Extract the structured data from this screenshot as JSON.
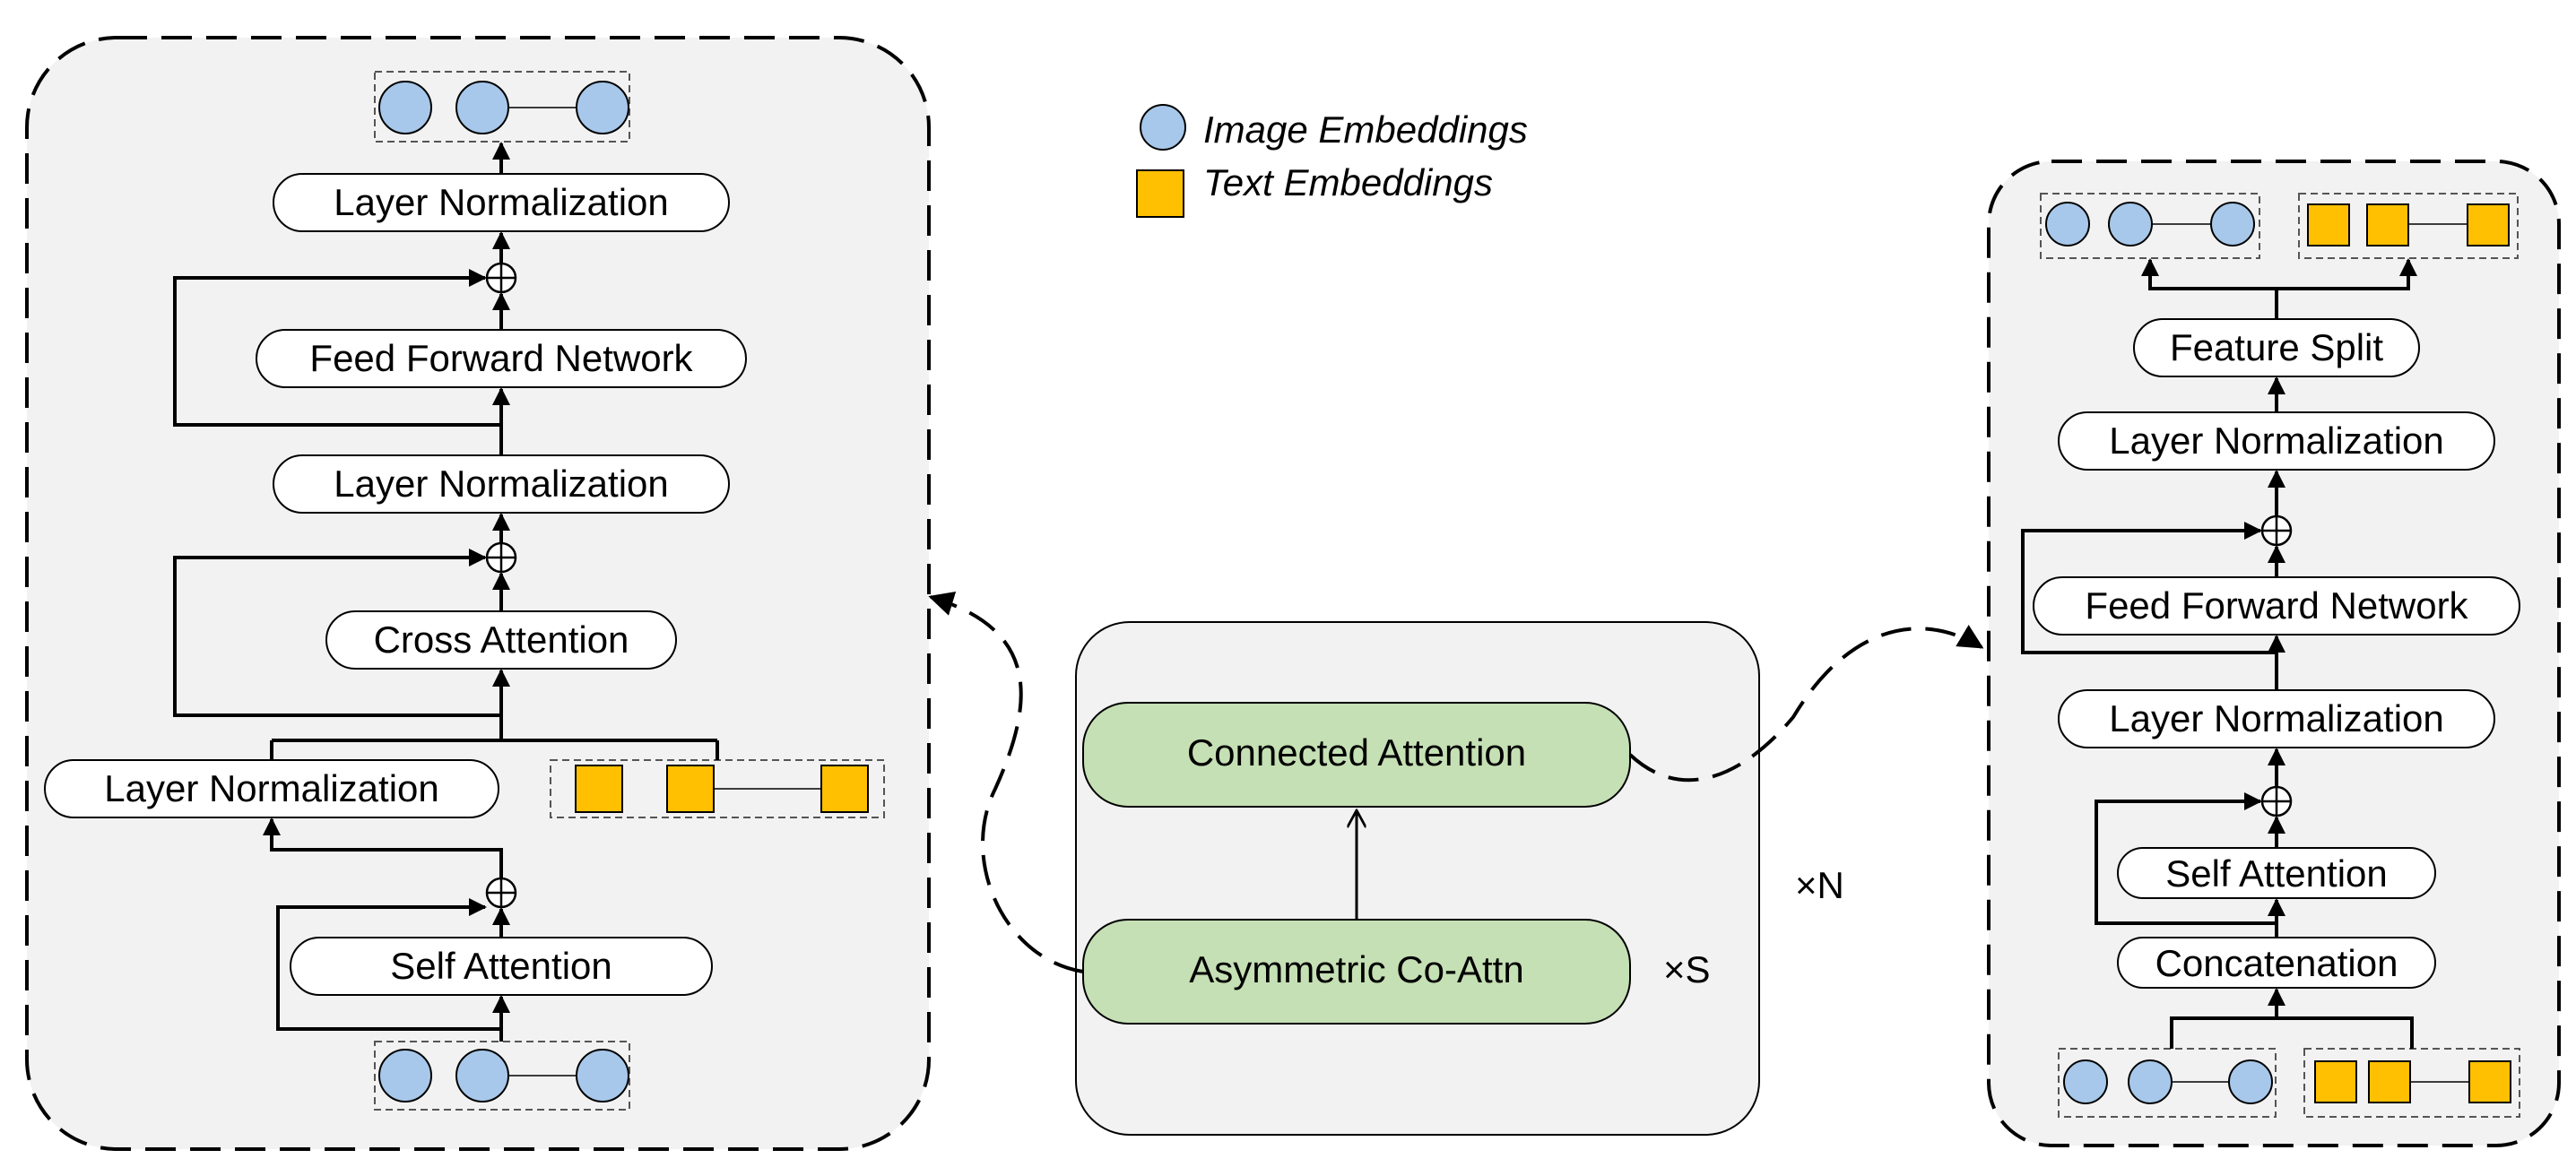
{
  "legend": {
    "image_embeddings": "Image Embeddings",
    "text_embeddings": "Text Embeddings"
  },
  "left_panel": {
    "top_norm": "Layer Normalization",
    "ffn": "Feed Forward Network",
    "mid_norm": "Layer Normalization",
    "cross_attention": "Cross Attention",
    "input_norm": "Layer Normalization",
    "self_attention": "Self Attention"
  },
  "center_panel": {
    "connected_attention": "Connected Attention",
    "asymmetric": "Asymmetric Co-Attn",
    "repeat_s": "×S",
    "repeat_n": "×N"
  },
  "right_panel": {
    "feature_split": "Feature Split",
    "top_norm": "Layer Normalization",
    "ffn": "Feed Forward Network",
    "mid_norm": "Layer Normalization",
    "self_attention": "Self Attention",
    "concatenation": "Concatenation"
  },
  "colors": {
    "image_embedding_fill": "#a7c8ea",
    "text_embedding_fill": "#fec000",
    "attention_block_fill": "#c5e0b4",
    "panel_fill": "#f2f2f2"
  }
}
